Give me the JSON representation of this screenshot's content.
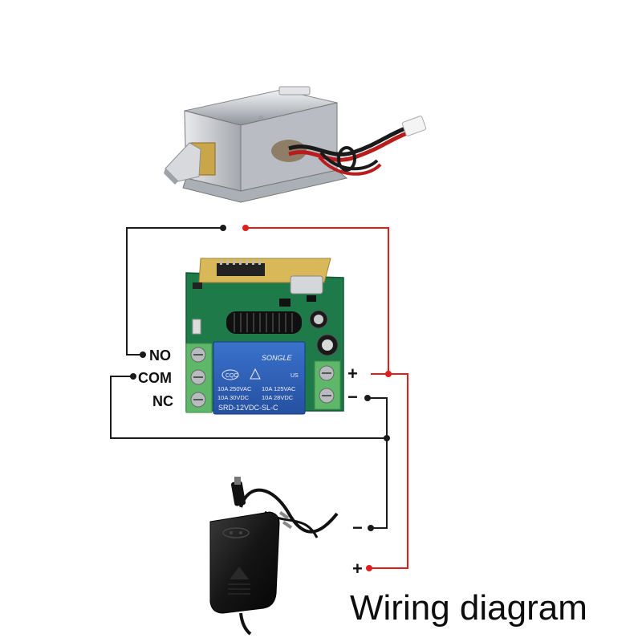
{
  "caption": "Wiring diagram",
  "relay_terminals": {
    "no": "NO",
    "com": "COM",
    "nc": "NC"
  },
  "power_terminals": {
    "plus": "+",
    "minus": "−"
  },
  "adapter_terminals": {
    "minus": "−",
    "plus": "+"
  },
  "relay_markings": {
    "brand": "SONGLE",
    "rating_1": "10A 250VAC",
    "rating_2": "10A 125VAC",
    "rating_3": "10A 30VDC",
    "rating_4": "10A 28VDC",
    "model": "SRD-12VDC-SL-C",
    "cert_1": "CQC",
    "cert_2": "US"
  },
  "colors": {
    "wire_black": "#1a1a1a",
    "wire_red": "#e01e1e",
    "terminal_green": "#5fb86a",
    "pcb_green": "#1f7a4a",
    "relay_blue": "#2a5db5",
    "lock_metal": "#c9ccd1"
  },
  "icons": [
    "solenoid-lock-icon",
    "relay-module-icon",
    "power-adapter-icon"
  ]
}
